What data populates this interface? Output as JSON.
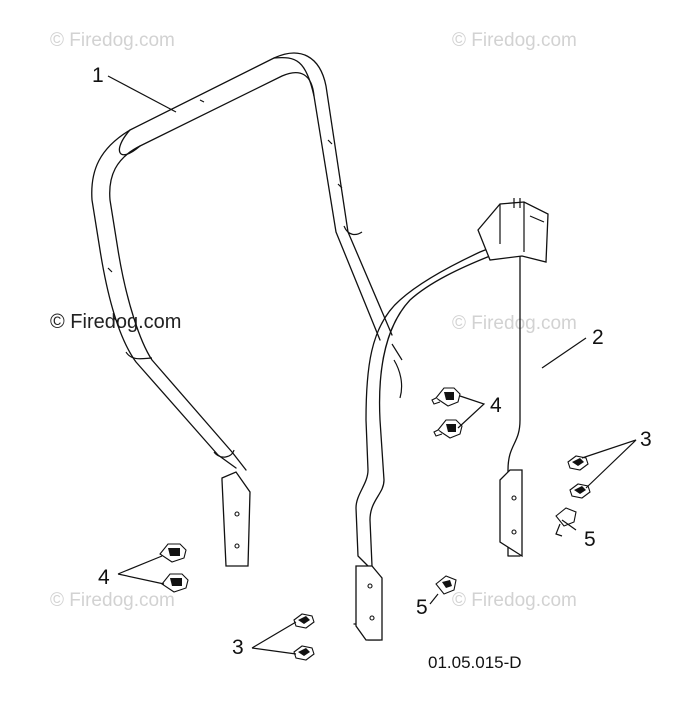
{
  "watermarks": {
    "top_left": "© Firedog.com",
    "top_right": "© Firedog.com",
    "middle_left": "© Firedog.com",
    "middle_right": "© Firedog.com",
    "bottom_left": "© Firedog.com",
    "bottom_right": "© Firedog.com"
  },
  "callouts": {
    "frame_left": "1",
    "frame_right": "2",
    "bolts_right_upper": "3",
    "bolts_bottom": "3",
    "bolts_mid": "4",
    "bolts_left": "4",
    "screw_right": "5",
    "screw_bottom": "5"
  },
  "diagram_code": "01.05.015-D"
}
